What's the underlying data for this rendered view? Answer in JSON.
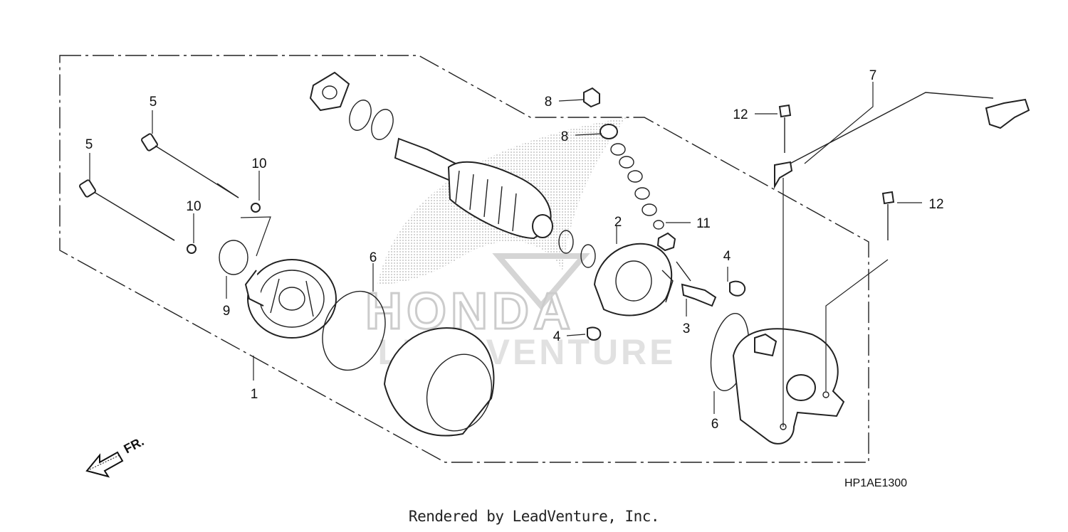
{
  "diagram": {
    "drawing_code": "HP1AE1300",
    "direction_label": "FR.",
    "watermark": {
      "brand": "HONDA",
      "overlay": "LEADVENTURE"
    },
    "callouts": [
      {
        "id": "c1",
        "label": "1"
      },
      {
        "id": "c2",
        "label": "2"
      },
      {
        "id": "c3",
        "label": "3"
      },
      {
        "id": "c4a",
        "label": "4"
      },
      {
        "id": "c4b",
        "label": "4"
      },
      {
        "id": "c5a",
        "label": "5"
      },
      {
        "id": "c5b",
        "label": "5"
      },
      {
        "id": "c6a",
        "label": "6"
      },
      {
        "id": "c6b",
        "label": "6"
      },
      {
        "id": "c7",
        "label": "7"
      },
      {
        "id": "c8a",
        "label": "8"
      },
      {
        "id": "c8b",
        "label": "8"
      },
      {
        "id": "c9",
        "label": "9"
      },
      {
        "id": "c10a",
        "label": "10"
      },
      {
        "id": "c10b",
        "label": "10"
      },
      {
        "id": "c11",
        "label": "11"
      },
      {
        "id": "c12a",
        "label": "12"
      },
      {
        "id": "c12b",
        "label": "12"
      }
    ]
  },
  "footer": {
    "credit": "Rendered by LeadVenture, Inc."
  },
  "colors": {
    "line": "#222222",
    "watermark": "#cfcfcf",
    "background": "#ffffff"
  }
}
